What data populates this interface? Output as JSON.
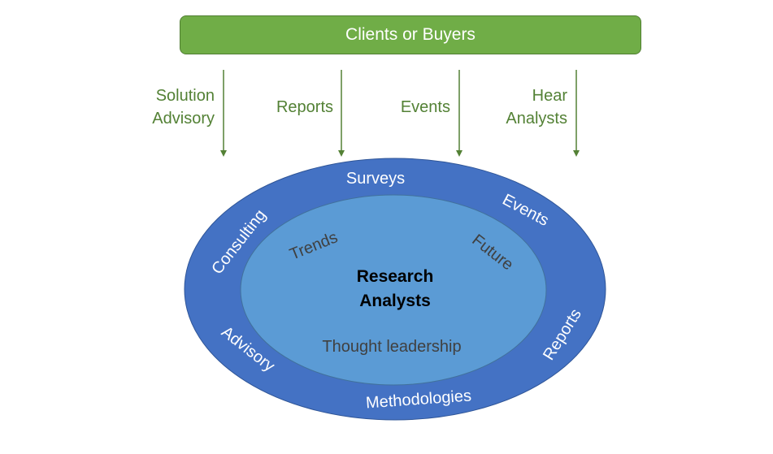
{
  "header": {
    "title": "Clients or Buyers"
  },
  "channels": [
    {
      "line1": "Solution",
      "line2": "Advisory"
    },
    {
      "line1": "Reports",
      "line2": ""
    },
    {
      "line1": "Events",
      "line2": ""
    },
    {
      "line1": "Hear",
      "line2": "Analysts"
    }
  ],
  "outer_ring": {
    "top": "Surveys",
    "top_right": "Events",
    "right": "Reports",
    "bottom": "Methodologies",
    "bottom_left": "Advisory",
    "left": "Consulting"
  },
  "inner_ring": {
    "left": "Trends",
    "right": "Future",
    "bottom": "Thought leadership"
  },
  "core": {
    "line1": "Research",
    "line2": "Analysts"
  },
  "colors": {
    "header_green": "#70ad47",
    "label_green": "#538135",
    "outer_blue": "#4472c4",
    "inner_blue": "#5b9bd5"
  }
}
